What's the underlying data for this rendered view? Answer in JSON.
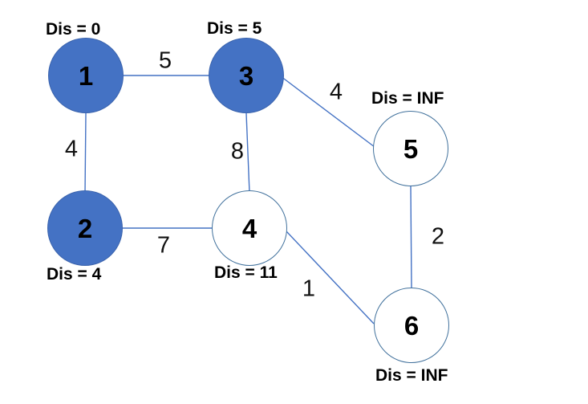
{
  "diagram": {
    "type": "weighted-undirected-graph",
    "description": "Graph with shortest-path distance labels (Dijkstra)",
    "colors": {
      "visited_node_fill": "#4472C4",
      "open_node_outline": "#41719C",
      "edge_line": "#4472C4",
      "text": "#000000",
      "background": "#FFFFFF"
    },
    "nodes": [
      {
        "id": "1",
        "label": "1",
        "distance_label": "Dis = 0",
        "filled": true
      },
      {
        "id": "2",
        "label": "2",
        "distance_label": "Dis = 4",
        "filled": true
      },
      {
        "id": "3",
        "label": "3",
        "distance_label": "Dis = 5",
        "filled": true
      },
      {
        "id": "4",
        "label": "4",
        "distance_label": "Dis = 11",
        "filled": false
      },
      {
        "id": "5",
        "label": "5",
        "distance_label": "Dis = INF",
        "filled": false
      },
      {
        "id": "6",
        "label": "6",
        "distance_label": "Dis = INF",
        "filled": false
      }
    ],
    "edges": [
      {
        "from": "1",
        "to": "3",
        "weight": "5"
      },
      {
        "from": "1",
        "to": "2",
        "weight": "4"
      },
      {
        "from": "3",
        "to": "4",
        "weight": "8"
      },
      {
        "from": "3",
        "to": "5",
        "weight": "4"
      },
      {
        "from": "2",
        "to": "4",
        "weight": "7"
      },
      {
        "from": "4",
        "to": "6",
        "weight": "1"
      },
      {
        "from": "5",
        "to": "6",
        "weight": "2"
      }
    ]
  }
}
